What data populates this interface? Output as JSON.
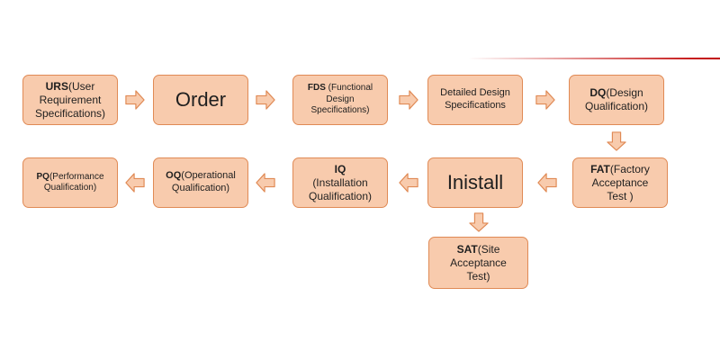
{
  "steps": {
    "urs": {
      "bold": "URS",
      "rest": "(User\nRequirement\nSpecifications)"
    },
    "order": {
      "label": "Order"
    },
    "fds": {
      "bold": "FDS",
      "rest": " (Functional\nDesign\nSpecifications)"
    },
    "dds": {
      "label": "Detailed Design\nSpecifications"
    },
    "dq": {
      "bold": "DQ",
      "rest": "(Design\nQualification)"
    },
    "fat": {
      "bold": "FAT",
      "rest": "(Factory\nAcceptance\nTest )"
    },
    "install": {
      "label": "Inistall"
    },
    "iq": {
      "bold": "IQ",
      "rest": "\n(Installation\nQualification)"
    },
    "oq": {
      "bold": "OQ",
      "rest": "(Operational\nQualification)"
    },
    "pq": {
      "bold": "PQ",
      "rest": "(Performance\nQualification)"
    },
    "sat": {
      "bold": "SAT",
      "rest": "(Site\nAcceptance\nTest)"
    }
  },
  "colors": {
    "box_fill": "#f8cbad",
    "box_border": "#e08a55",
    "arrow_fill": "#f8cbad",
    "arrow_border": "#e08a55",
    "accent_line": "#c00000"
  }
}
